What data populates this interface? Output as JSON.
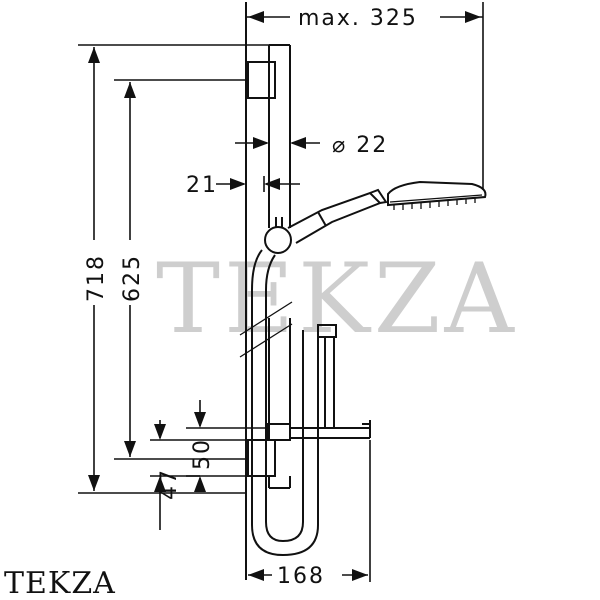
{
  "dimensions": {
    "max_width_label": "max. 325",
    "diameter_label": "⌀ 22",
    "offset_label": "21",
    "total_height_label": "718",
    "bar_height_label": "625",
    "label_50": "50",
    "label_47": "47",
    "hose_width_label": "168"
  },
  "watermark": {
    "text": "TEKZA"
  },
  "brand": {
    "text": "TEKZA"
  },
  "colors": {
    "line": "#111111",
    "watermark": "#bdbdbd",
    "background": "#ffffff"
  }
}
